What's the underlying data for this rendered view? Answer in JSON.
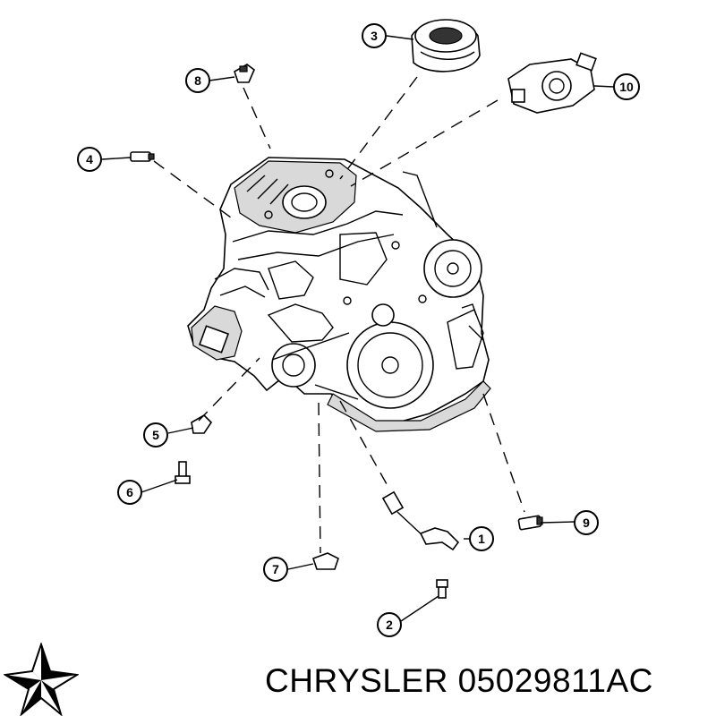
{
  "callouts": [
    {
      "id": "1",
      "label": "1"
    },
    {
      "id": "2",
      "label": "2"
    },
    {
      "id": "3",
      "label": "3"
    },
    {
      "id": "4",
      "label": "4"
    },
    {
      "id": "5",
      "label": "5"
    },
    {
      "id": "6",
      "label": "6"
    },
    {
      "id": "7",
      "label": "7"
    },
    {
      "id": "8",
      "label": "8"
    },
    {
      "id": "9",
      "label": "9"
    },
    {
      "id": "10",
      "label": "10"
    }
  ],
  "footer": {
    "brand": "CHRYSLER",
    "part_number": "05029811AC"
  },
  "logo": {
    "icon": "pentastar-logo-icon"
  }
}
